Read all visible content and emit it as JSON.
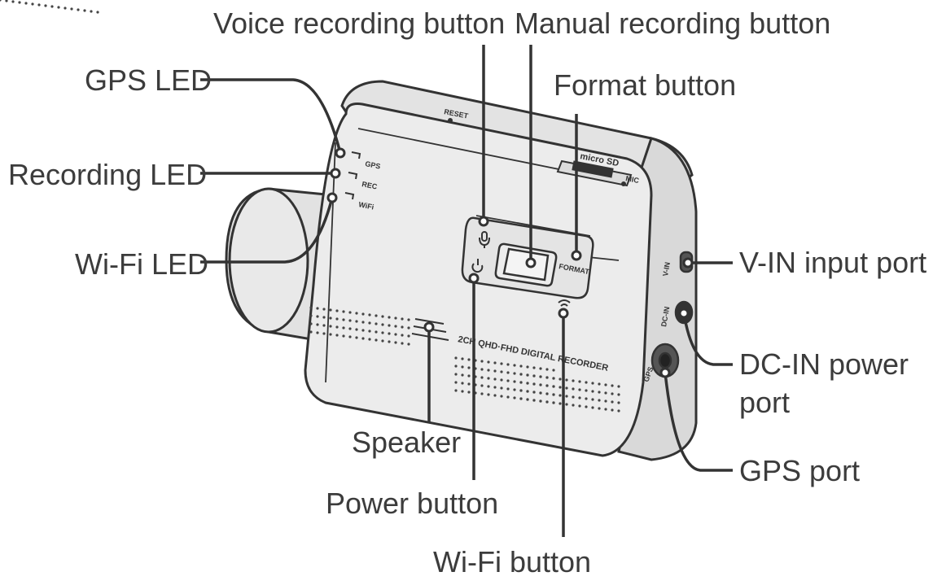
{
  "callouts": {
    "voice_recording_button": "Voice recording button",
    "manual_recording_button": "Manual recording button",
    "gps_led": "GPS LED",
    "format_button": "Format button",
    "recording_led": "Recording LED",
    "wifi_led": "Wi-Fi LED",
    "v_in_input_port": "V-IN input port",
    "dc_in_power_port_line1": "DC-IN power",
    "dc_in_power_port_line2": "port",
    "gps_port": "GPS port",
    "speaker": "Speaker",
    "power_button": "Power button",
    "wifi_button": "Wi-Fi button"
  },
  "device_labels": {
    "reset": "RESET",
    "micro_sd": "micro SD",
    "mic": "MIC",
    "gps": "GPS",
    "rec": "REC",
    "wifi": "WiFi",
    "format": "FORMAT",
    "model": "2CH QHD·FHD DIGITAL RECORDER",
    "v_in": "V-IN",
    "dc_in": "DC-IN",
    "gps_side": "GPS"
  },
  "colors": {
    "line": "#333333",
    "body_fill": "#e7e7e7",
    "front_fill": "#ececec",
    "text": "#3c3c3c"
  }
}
